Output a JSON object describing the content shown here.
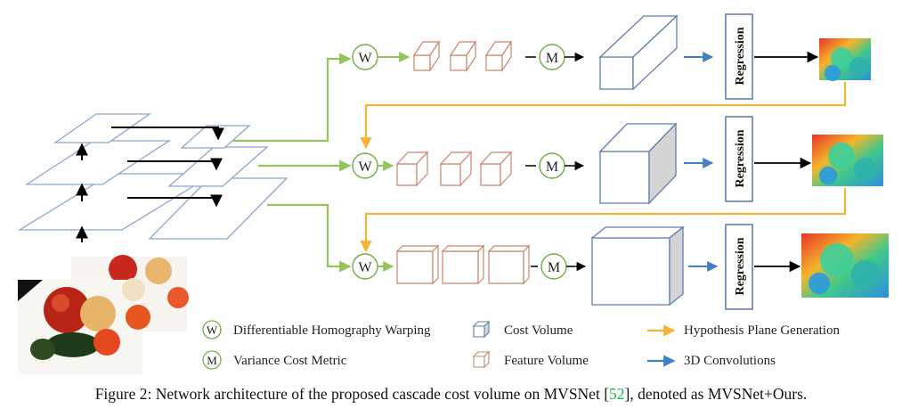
{
  "nodes": {
    "warp": "W",
    "metric": "M",
    "regression": "Regression"
  },
  "legend": {
    "warping": "Differentiable Homography Warping",
    "variance": "Variance Cost Metric",
    "cost_volume": "Cost Volume",
    "feature_volume": "Feature Volume",
    "hypothesis": "Hypothesis Plane Generation",
    "conv3d": "3D Convolutions"
  },
  "caption": {
    "before": "Figure 2: Network architecture of the proposed cascade cost volume on MVSNet [",
    "ref": "52",
    "after": "], denoted as MVSNet+Ours."
  },
  "colors": {
    "plane_stroke": "#8aa6cf",
    "green_arrow": "#92c45a",
    "circle_stroke": "#6fae3f",
    "feature_stroke": "#c8876a",
    "cost_stroke": "#5e7fae",
    "cost_side": "#d4d4d4",
    "orange_arrow": "#f2b634",
    "blue_arrow": "#3f7fc2",
    "regression_stroke": "#4c6f9f"
  }
}
